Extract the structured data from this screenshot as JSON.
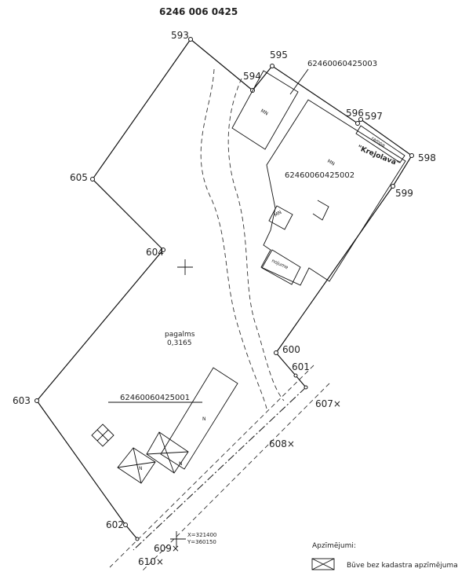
{
  "sheet": {
    "title": "6246 006 0425"
  },
  "points": [
    {
      "id": "593",
      "label": "593"
    },
    {
      "id": "594",
      "label": "594"
    },
    {
      "id": "595",
      "label": "595"
    },
    {
      "id": "596",
      "label": "596"
    },
    {
      "id": "597",
      "label": "597"
    },
    {
      "id": "598",
      "label": "598"
    },
    {
      "id": "599",
      "label": "599"
    },
    {
      "id": "600",
      "label": "600"
    },
    {
      "id": "601",
      "label": "601"
    },
    {
      "id": "602",
      "label": "602"
    },
    {
      "id": "603",
      "label": "603"
    },
    {
      "id": "604",
      "label": "604"
    },
    {
      "id": "605",
      "label": "605"
    },
    {
      "id": "607",
      "label": "607×"
    },
    {
      "id": "608",
      "label": "608×"
    },
    {
      "id": "609",
      "label": "609×"
    },
    {
      "id": "610",
      "label": "610×"
    }
  ],
  "parcels": {
    "p003": "62460060425003",
    "p002": "62460060425002",
    "p001": "62460060425001"
  },
  "buildings": {
    "mn_small": "MN",
    "mn_large": "MN",
    "mn_tiny": "MN",
    "nojume": "nojume",
    "rampa": "rampa",
    "krejolava": "\"Krejolava\"",
    "n_main": "N",
    "n_a": "N",
    "n_b": "N"
  },
  "area": {
    "label": "pagalms",
    "value": "0,3165"
  },
  "coords": {
    "x": "X=321400",
    "y": "Y=360150"
  },
  "legend": {
    "title": "Apzīmējumi:",
    "item_label": "Būve bez kadastra apzīmējuma"
  }
}
